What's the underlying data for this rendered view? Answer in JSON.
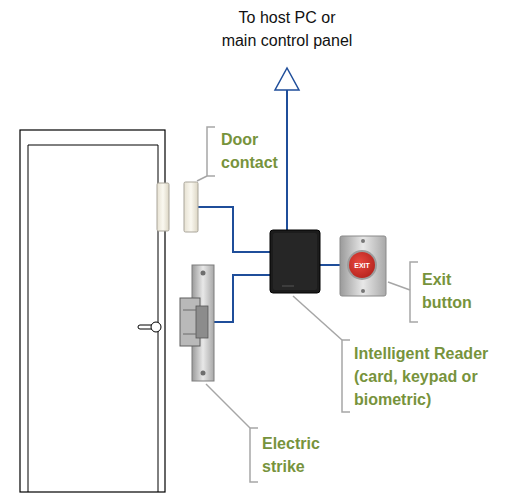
{
  "diagram": {
    "labels": [
      "To host PC or main control panel",
      "Door contact",
      "Exit button",
      "Intelligent Reader (card, keypad or biometric)",
      "Electric strike",
      "EXIT"
    ]
  }
}
